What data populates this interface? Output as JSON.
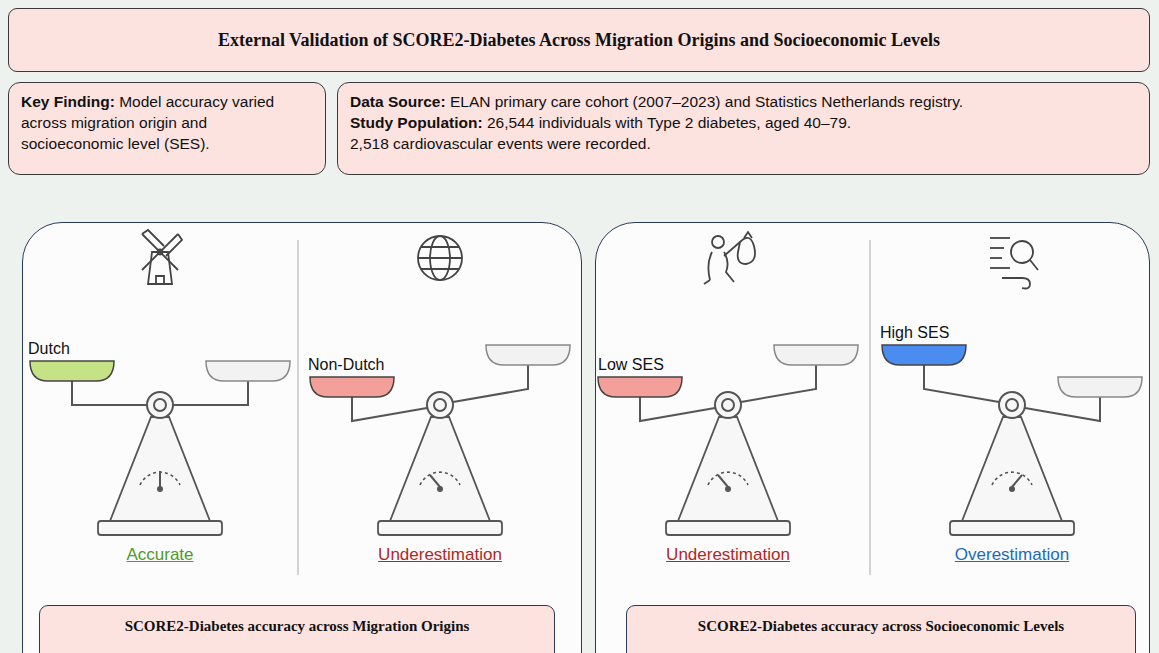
{
  "diagram": {
    "title": "External Validation of SCORE2-Diabetes Across Migration Origins and Socioeconomic Levels",
    "nodes": [
      {
        "text": [
          "Key Finding:",
          "Model accuracy varied across migration origin and socioeconomic level (SES)."
        ]
      },
      {
        "text": [
          "Data Source:",
          "ELAN primary care cohort (2007–2023) and Statistics Netherlands registry.",
          "Study Population:",
          "26,544 individuals with Type 2 diabetes, aged 40–79.",
          "2,518 cardiovascular events were recorded."
        ]
      },
      {
        "text": [
          "SCORE2-Diabetes accuracy across Migration Origins"
        ]
      },
      {
        "text": [
          "SCORE2-Diabetes accuracy across Socioeconomic Levels"
        ]
      }
    ],
    "labels": [
      "Dutch",
      "Accurate",
      "Non-Dutch",
      "Underestimation",
      "Low SES",
      "Underestimation",
      "High SES",
      "Overestimation"
    ]
  }
}
